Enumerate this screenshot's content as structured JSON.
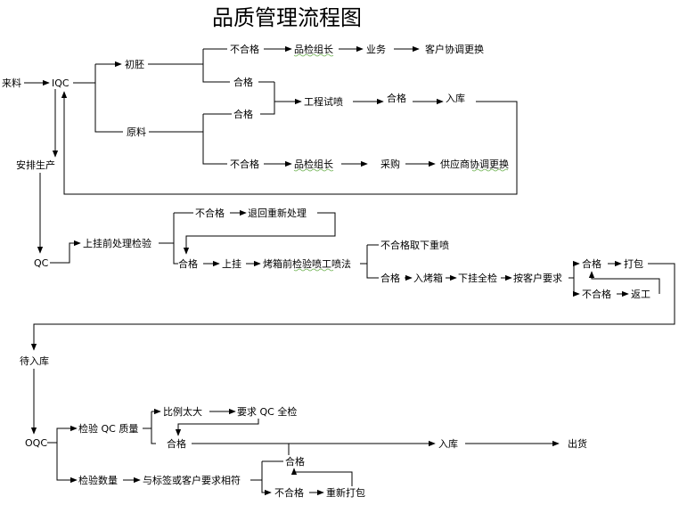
{
  "title": "品质管理流程图",
  "nodes": {
    "incoming": "来料",
    "iqc": "IQC",
    "blank": "初胚",
    "raw_material": "原料",
    "fail_blank": "不合格",
    "qc_leader_1": "品检组长",
    "sales": "业务",
    "customer_replace": "客户协调更换",
    "pass_1": "合格",
    "pass_2": "合格",
    "engineering_spray": "工程试喷",
    "pass_eng": "合格",
    "warehouse_in_1": "入库",
    "fail_raw": "不合格",
    "qc_leader_2": "品检组长",
    "purchasing": "采购",
    "supplier_replace": "供应商协调更换",
    "schedule_production": "安排生产",
    "qc": "QC",
    "pre_hang_inspection": "上挂前处理检验",
    "fail_pre": "不合格",
    "return_reprocess": "退回重新处理",
    "pass_pre": "合格",
    "hang": "上挂",
    "pre_oven_spray": "烤箱前检验喷工喷法",
    "fail_respray": "不合格取下重喷",
    "pass_spray": "合格",
    "into_oven": "入烤箱",
    "unhang_full_inspect": "下挂全检",
    "per_customer": "按客户要求",
    "pass_final": "合格",
    "pack": "打包",
    "fail_final": "不合格",
    "rework": "返工",
    "await_warehouse": "待入库",
    "oqc": "OQC",
    "check_qc_quality": "检验 QC 质量",
    "ratio_too_high": "比例太大",
    "require_qc_full": "要求 QC 全检",
    "pass_oqc": "合格",
    "warehouse_in_2": "入库",
    "ship": "出货",
    "check_quantity": "检验数量",
    "match_label": "与标签或客户要求相符",
    "pass_qty": "合格",
    "fail_qty": "不合格",
    "repack": "重新打包"
  }
}
